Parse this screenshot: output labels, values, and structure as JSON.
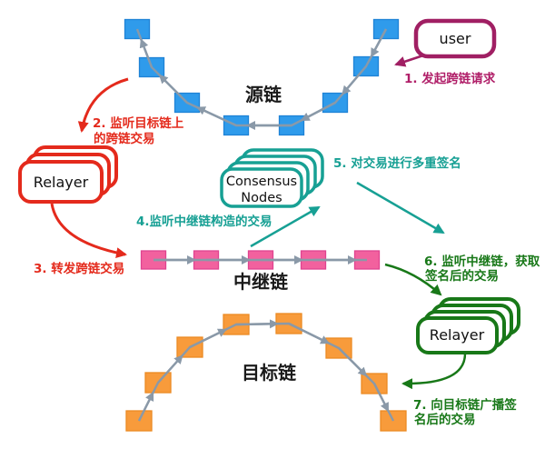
{
  "chains": {
    "source": {
      "label": "源链",
      "block_fill": "#2F9BEB",
      "block_stroke": "#1F83D6"
    },
    "relay": {
      "label": "中继链",
      "block_fill": "#F2619E",
      "block_stroke": "#DF4390"
    },
    "target": {
      "label": "目标链",
      "block_fill": "#F89B3B",
      "block_stroke": "#EC8A23"
    }
  },
  "nodes": {
    "user": {
      "label": "user",
      "border": "#A01F63"
    },
    "relayer_left": {
      "label": "Relayer",
      "border": "#E42A1C"
    },
    "consensus": {
      "line1": "Consensus",
      "line2": "Nodes",
      "border": "#17A094"
    },
    "relayer_right": {
      "label": "Relayer",
      "border": "#187818"
    }
  },
  "steps": [
    {
      "text": "1. 发起跨链请求",
      "color": "#B01E68"
    },
    {
      "line1": "2. 监听目标链上",
      "line2": "的跨链交易",
      "color": "#E42A1C"
    },
    {
      "text": "3. 转发跨链交易",
      "color": "#E42A1C"
    },
    {
      "text": "4.监听中继链构造的交易",
      "color": "#17A094"
    },
    {
      "text": "5. 对交易进行多重签名",
      "color": "#17A094"
    },
    {
      "line1": "6. 监听中继链，获取",
      "line2": "签名后的交易",
      "color": "#187818"
    },
    {
      "line1": "7. 向目标链广播签",
      "line2": "名后的交易",
      "color": "#187818"
    }
  ],
  "link_color": "#8A99A8"
}
